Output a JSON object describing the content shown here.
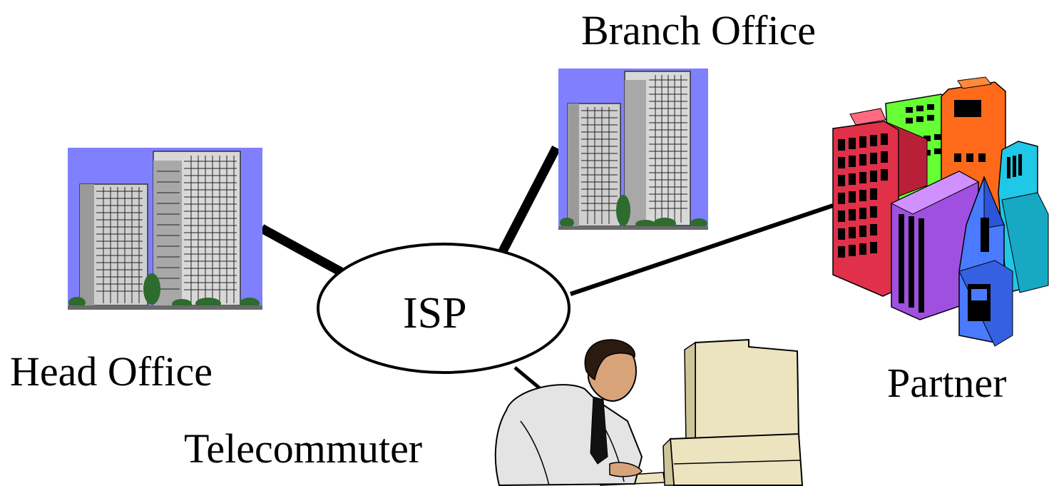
{
  "nodes": {
    "isp": {
      "label": "ISP"
    },
    "head_office": {
      "label": "Head Office"
    },
    "branch_office": {
      "label": "Branch Office"
    },
    "partner": {
      "label": "Partner"
    },
    "telecommuter": {
      "label": "Telecommuter"
    }
  },
  "edges": [
    {
      "from": "head_office",
      "to": "isp"
    },
    {
      "from": "branch_office",
      "to": "isp"
    },
    {
      "from": "partner",
      "to": "isp"
    },
    {
      "from": "telecommuter",
      "to": "isp"
    }
  ],
  "colors": {
    "sky": "#8080ff",
    "building_gray": "#b8b8b8",
    "tree_green": "#2e6b2e",
    "partner_red": "#e0304a",
    "partner_green": "#66ff33",
    "partner_orange": "#ff6a1a",
    "partner_purple": "#a050e0",
    "partner_cyan": "#20c8e8",
    "partner_blue": "#4a7aff",
    "monitor_beige": "#ece4bf"
  }
}
